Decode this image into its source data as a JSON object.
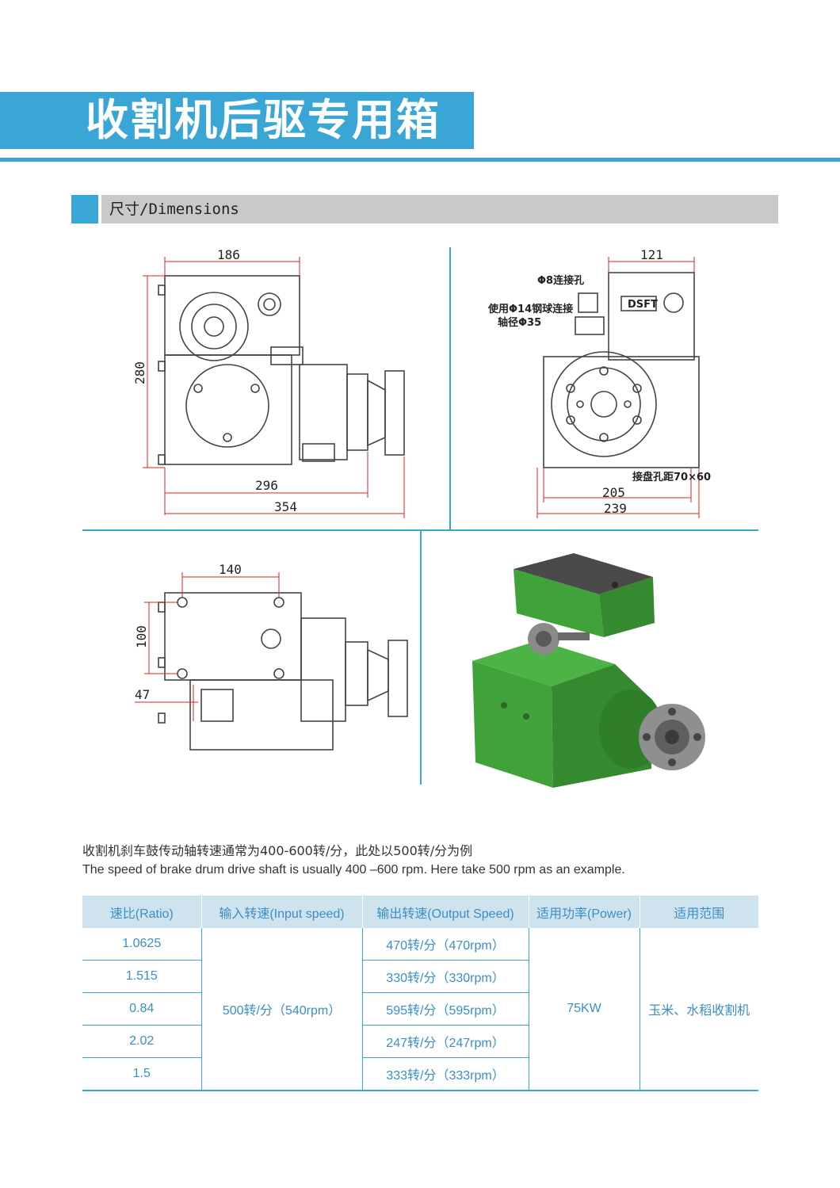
{
  "header": {
    "title": "收割机后驱专用箱"
  },
  "section": {
    "title": "尺寸/Dimensions"
  },
  "drawing_front": {
    "d_width": "186",
    "d_height": "280",
    "d_base": "296",
    "d_total": "354"
  },
  "drawing_side": {
    "d_top": "121",
    "note_hole": "Φ8连接孔",
    "note_ball_1": "使用Φ14钢球连接",
    "note_ball_2": "轴径Φ35",
    "logo": "DSFT",
    "note_flange": "接盘孔距70×60",
    "d_205": "205",
    "d_239": "239"
  },
  "drawing_top": {
    "d_140": "140",
    "d_100": "100",
    "d_47": "47"
  },
  "photo": {
    "color": "#3fa33a"
  },
  "description": {
    "cn": "收割机刹车鼓传动轴转速通常为400-600转/分，此处以500转/分为例",
    "en": "The speed of brake drum drive shaft is usually 400 –600 rpm. Here take 500 rpm as an example."
  },
  "table": {
    "headers": [
      "速比(Ratio)",
      "输入转速(Input speed)",
      "输出转速(Output Speed)",
      "适用功率(Power)",
      "适用范围"
    ],
    "ratios": [
      "1.0625",
      "1.515",
      "0.84",
      "2.02",
      "1.5"
    ],
    "input_speed": "500转/分（540rpm）",
    "outputs": [
      "470转/分（470rpm）",
      "330转/分（330rpm）",
      "595转/分（595rpm）",
      "247转/分（247rpm）",
      "333转/分（333rpm）"
    ],
    "power": "75KW",
    "application": "玉米、水稻收割机"
  },
  "colors": {
    "accent": "#3aa6d6",
    "header_gray": "#c9c9c9",
    "table_header_bg": "#cfe3ef",
    "table_text": "#3a8fc4",
    "dim_red": "#d22"
  }
}
